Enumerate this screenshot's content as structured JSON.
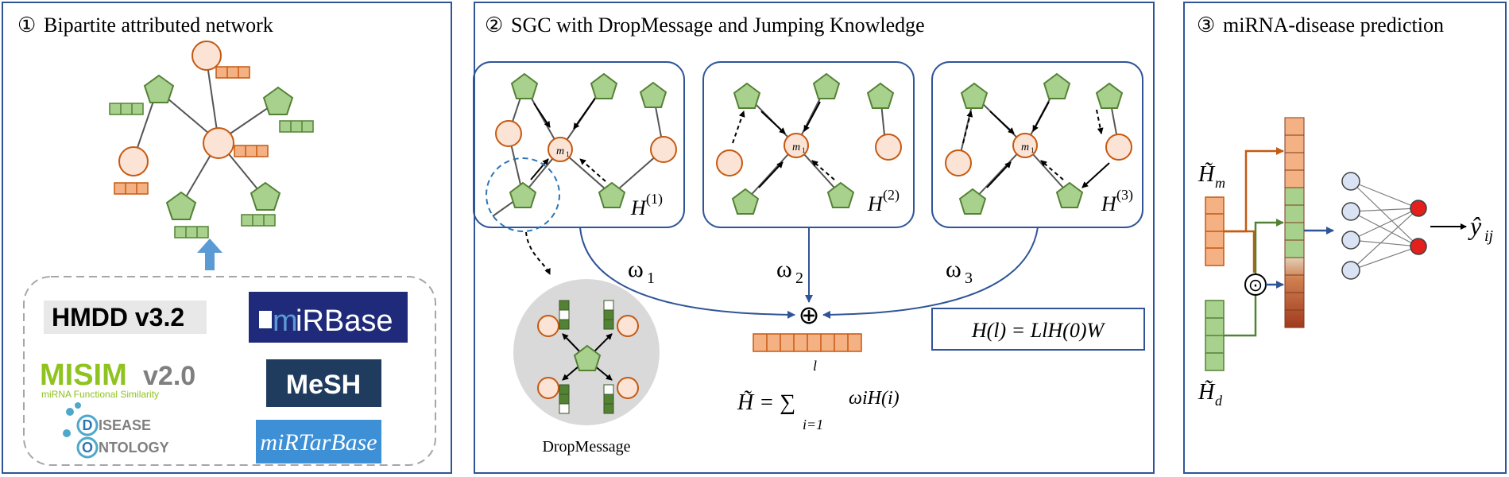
{
  "panels": {
    "p1": {
      "num": "①",
      "title": "Bipartite attributed network"
    },
    "p2": {
      "num": "②",
      "title": "SGC with DropMessage and Jumping Knowledge"
    },
    "p3": {
      "num": "③",
      "title": "miRNA-disease prediction"
    }
  },
  "logos": {
    "hmdd": "HMDD v3.2",
    "mirbase_prefix": "m",
    "mirbase_main": "iRBase",
    "misim_main": "MISIM",
    "misim_version": "v2.0",
    "misim_sub": "miRNA Functional Similarity",
    "mesh": "MeSH",
    "do_line1": "ISEASE",
    "do_line2": "NTOLOGY",
    "do_letter1": "D",
    "do_letter2": "O",
    "mirtar": "miRTarBase"
  },
  "layers": {
    "h_base": "H",
    "h1_sup": "(1)",
    "h2_sup": "(2)",
    "h3_sup": "(3)",
    "node_m": "m",
    "node_sub": "1"
  },
  "weights": {
    "w_sym": "ω",
    "w1_sub": "1",
    "w2_sub": "2",
    "w3_sub": "3"
  },
  "labels": {
    "dropmessage": "DropMessage",
    "oplus": "⊕",
    "formula_sum": "H̃ = ∑",
    "formula_sum_top": "l",
    "formula_sum_bottom": "i=1",
    "formula_sum_rest": "ωiH(i)",
    "formula_box": "H(l) = LlH(0)W"
  },
  "prediction": {
    "hm_label": "H̃",
    "hm_sub": "m",
    "hd_label": "H̃",
    "hd_sub": "d",
    "dot": "⊙",
    "yhat": "ŷ",
    "yhat_sub": "ij"
  },
  "colors": {
    "panel_border": "#2f5597",
    "mirna_fill": "#fbe3d6",
    "mirna_stroke": "#c65911",
    "disease_fill": "#a9d18e",
    "disease_stroke": "#548235",
    "orange_feat": "#f4b183",
    "green_feat": "#a9d18e",
    "arrow_blue": "#5b9bd5",
    "output_red": "#e3201b",
    "hidden_node": "#dae3f3"
  }
}
